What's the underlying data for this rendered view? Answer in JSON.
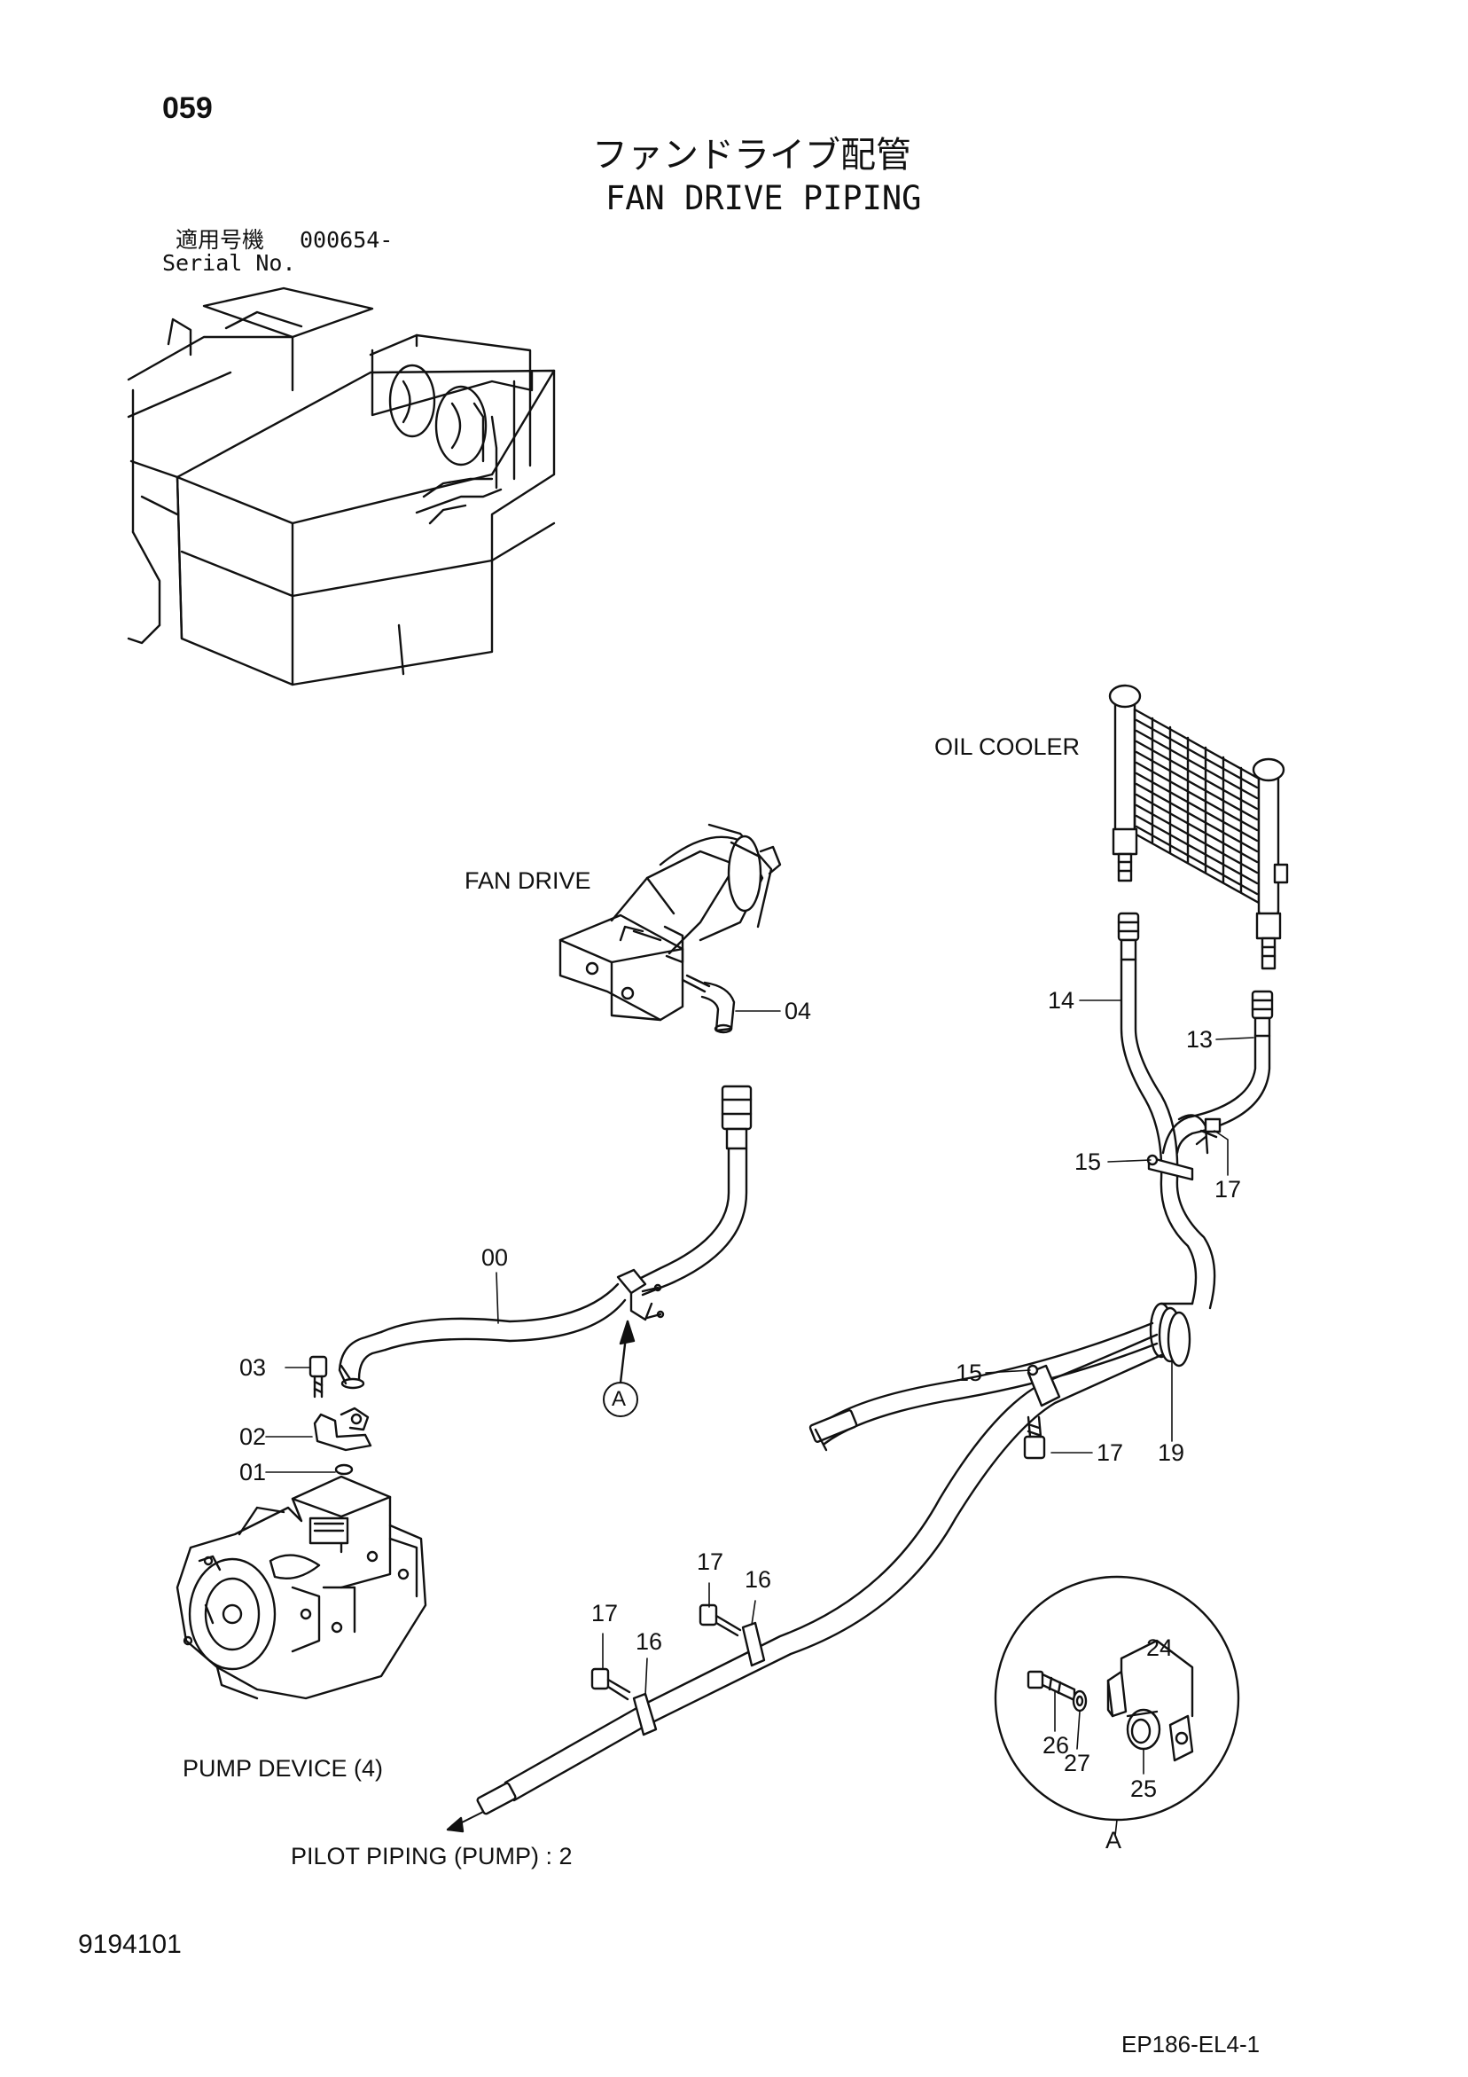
{
  "page": {
    "page_number": "059",
    "title_jp": "ファンドライブ配管",
    "title_en": "FAN DRIVE PIPING",
    "serial_label_jp": "適用号機",
    "serial_value": "000654-",
    "serial_label_en": "Serial No.",
    "doc_number": "9194101",
    "drawing_code": "EP186-EL4-1"
  },
  "components": {
    "oil_cooler": "OIL COOLER",
    "fan_drive": "FAN DRIVE",
    "pump_device": "PUMP DEVICE (4)",
    "pilot_piping": "PILOT PIPING (PUMP) : 2",
    "detail_marker": "A",
    "detail_caption": "A"
  },
  "callouts": {
    "p00": "00",
    "p01": "01",
    "p02": "02",
    "p03": "03",
    "p04": "04",
    "p13": "13",
    "p14": "14",
    "p15a": "15",
    "p15b": "15",
    "p16a": "16",
    "p16b": "16",
    "p17a": "17",
    "p17b": "17",
    "p17c": "17",
    "p17d": "17",
    "p19": "19",
    "p24": "24",
    "p25": "25",
    "p26": "26",
    "p27": "27"
  }
}
